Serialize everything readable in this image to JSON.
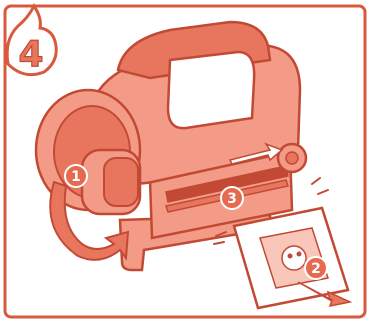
{
  "step": {
    "number": "4",
    "badge_color": "#e8765f"
  },
  "callouts": [
    {
      "id": "knob",
      "label": "1"
    },
    {
      "id": "output",
      "label": "2"
    },
    {
      "id": "slot",
      "label": "3"
    }
  ],
  "colors": {
    "machine_fill": "#f39b86",
    "machine_shade": "#e8765f",
    "outline": "#c24a35",
    "frame": "#d9593f",
    "callout_fill": "#e56a50",
    "paper": "#ffffff"
  }
}
